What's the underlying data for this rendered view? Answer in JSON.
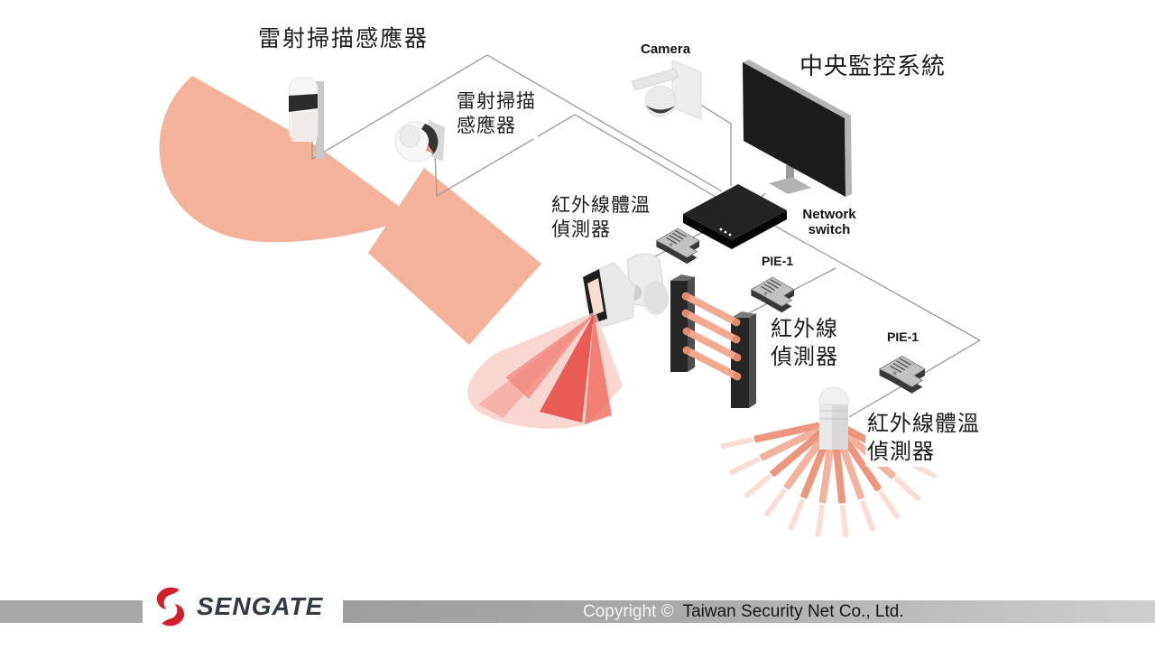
{
  "diagram": {
    "labels": {
      "laser_sensor_1": "雷射掃描感應器",
      "laser_sensor_2": "雷射掃描\n感應器",
      "camera": "Camera",
      "central_system": "中央監控系統",
      "network_switch": "Network\nswitch",
      "thermal_detector_1": "紅外線體溫\n偵測器",
      "pie1_a": "PIE-1",
      "ir_beam_detector": "紅外線\n偵測器",
      "pie1_b": "PIE-1",
      "thermal_detector_2": "紅外線體溫\n偵測器"
    },
    "colors": {
      "detection_fan": "#f5b29a",
      "ir_beam": "#f3a98f",
      "thermal_red": "#e4473f",
      "line_gray": "#9a9a9a",
      "device_dark": "#262626"
    }
  },
  "footer": {
    "logo_text": "SENGATE",
    "brand_red": "#d21f2b",
    "copyright_prefix": "Copyright",
    "copyright_symbol": "©",
    "company": "Taiwan Security Net Co., Ltd."
  }
}
